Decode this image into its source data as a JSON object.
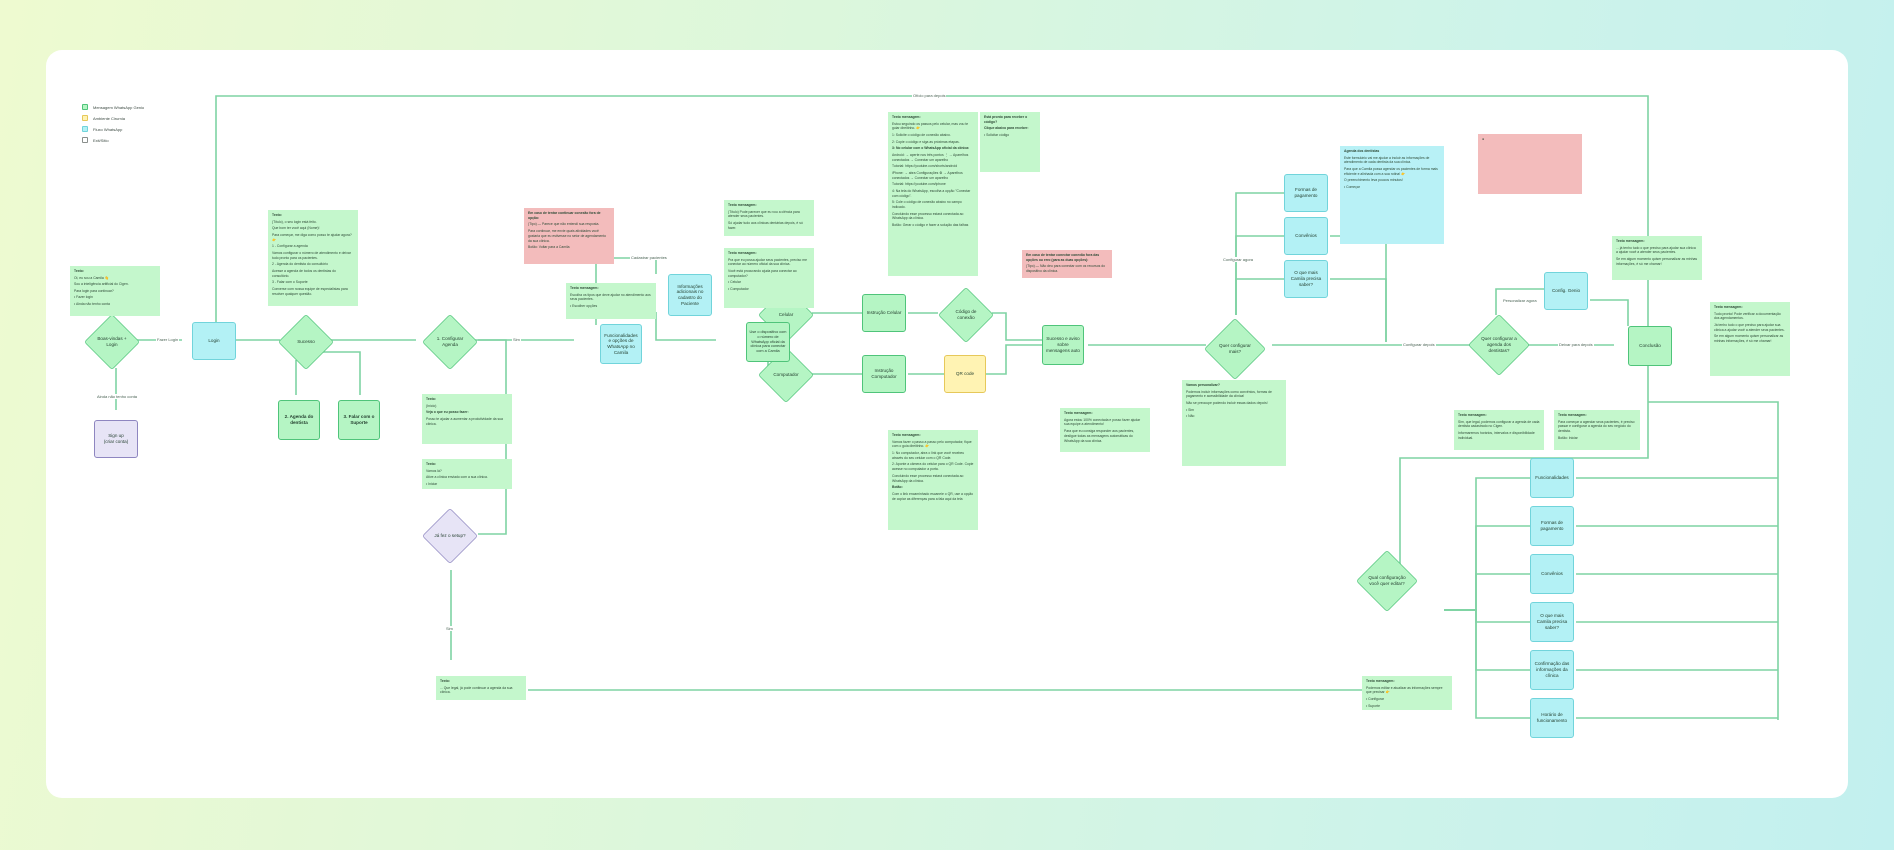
{
  "legend": [
    {
      "label": "Mensagem WhatsApp Genio",
      "color": "#b5f5c4",
      "border": "#4fc47a"
    },
    {
      "label": "Ambiente Cirurnia",
      "color": "#fff3b3",
      "border": "#e6c85a"
    },
    {
      "label": "Fluxo WhatsApp",
      "color": "#b3f1f5",
      "border": "#71d4db"
    },
    {
      "label": "Exit/Sitio",
      "color": "#ffffff",
      "border": "#8a8f8c"
    }
  ],
  "nodes": {
    "ola_login": "Boas-vindas + Login",
    "login": "Login",
    "sign_up": "Sign up\n(criar conta)",
    "sucesso": "Sucesso",
    "agenda_dentista": "2. Agenda do dentista",
    "falar_suporte": "3. Falar com o Suporte",
    "configurar_agenda": "1. Configurar Agenda",
    "ja_fez_setup": "Já fez o setup?",
    "funcionalidades_whats": "Funcionalidades e opções de WhatsApp no Camila",
    "informacoes_cadastro": "Informações adicionais no cadastro do Paciente",
    "usar_dispositivo": "Use o dispositivo com o número de WhatsApp oficial da clínica para conectar com a Camila",
    "celular": "Celular",
    "computador": "Computador",
    "instrucao_celular": "Instrução Celular",
    "instrucao_computador": "Instrução Computador",
    "codigo_conexao": "Código de conexão",
    "qr_code": "QR code",
    "sucesso_aviso": "Sucesso e aviso sobre mensagens auto",
    "quer_configurar": "Quer configurar mais?",
    "formas_pagamento": "Formas de pagamento",
    "convenios": "Convênios",
    "o_que_mais": "O que mais Camila precisa saber?",
    "quer_configurar_agenda": "Quer configurar a agenda dos dentistas?",
    "config_genio": "Config. Genio",
    "conclusao": "Conclusão",
    "qual_configuracao": "Qual configuração você quer editar?",
    "m_funcionalidades": "Funcionalidades",
    "m_formas_pagamento": "Formas de pagamento",
    "m_convenios": "Convênios",
    "m_o_que_mais": "O que mais Camila precisa saber?",
    "m_confirmacao": "Confirmação das informações da clínica",
    "m_horario": "Horário de funcionamento"
  },
  "connectors": {
    "fazer_login": "Fazer Login",
    "ainda_nao_conta": "Ainda não tenho conta",
    "sim_setup": "Sim",
    "sim_bottom": "Sim",
    "cadastrar_pacientes": "Cadastrar pacientes",
    "top_loop": "Ofício para depois",
    "configurar_agora": "Configurar agora",
    "configurar_depois": "Configurar depois",
    "personalizar_agora": "Personalizar agora",
    "deixar_depois": "Deixar para depois"
  },
  "notes": {
    "n_welcome": {
      "lines": [
        "Texto:",
        "Oi, eu sou a Camila 👋",
        "Sou a inteligência artificial do Cigen.",
        "Para login para continuar?",
        "• Fazer login",
        "• Ainda não tenho conta"
      ]
    },
    "n_sucesso": {
      "lines": [
        "Texto:",
        "(Título), o seu login está feito.",
        "Que bom ter você aqui (Nome)!",
        "Para começar, me diga como posso te ajudar agora? 👉",
        "1 - Configurar a agenda",
        "Vamos configurar o número de atendimento e deixar tudo pronto para os pacientes.",
        "2 - Agenda do dentista do consultório",
        "Acesse a agenda de todos os dentistas do consultório.",
        "3 - Falar com o Suporte",
        "Converse com nossa equipe de especialistas para resolver qualquer questão."
      ]
    },
    "n_configurar": {
      "lines": [
        "Texto:",
        "(Início)",
        "Veja o que eu posso fazer:",
        "Posso te ajudar a aumentar a produtividade da sua clínica."
      ]
    },
    "n_voltar": {
      "lines": [
        "Texto:",
        "Vamos lá?",
        "Ative a clínica enviado com a sua clínica.",
        "• Iniciar"
      ]
    },
    "n_red_setup": {
      "lines": [
        "Em caso de tentar continuar conexão fora de opção:",
        "(Tipo) — Parece que não entendi sua resposta.",
        "Para continuar, me envie quais atividades você gostaria que eu estivesse no setor de agendamento da sua clínica.",
        "Botão: Voltar para a Camila"
      ]
    },
    "n_funcionalidades": {
      "lines": [
        "Texto mensagem:",
        "Escolha os tipos que deve ajudar no atendimento aos seus pacientes.",
        "• Escolher opções"
      ]
    },
    "n_dispositivo_top": {
      "lines": [
        "Texto mensagem:",
        "(Título) Pode parecer que eu vou a ciência para atender seus pacientes.",
        "Só ajudar tudo aos clínicas dentárias depois, é só fazer."
      ]
    },
    "n_dispositivo": {
      "lines": [
        "Texto mensagem:",
        "Pra que eu possa ajudar seus pacientes, preciso me conectar ao número oficial da sua clínica.",
        "Você está procurando ajuda para conectar ao computador?",
        "• Celular",
        "• Computador"
      ]
    },
    "n_celular": {
      "lines": [
        "Texto mensagem:",
        "Estou seguindo os passos pelo celular, mas vou te guiar direitinho. 👉",
        "1: Solicite o código de conexão abaixo.",
        "2: Copie o código e siga as próximas etapas.",
        "3: No celular com o WhatsApp oficial da clínica:",
        "Android: → aperte nos três pontos ⋮ → Aparelhos conectados → Conectar um aparelho",
        "Tutorial: https://youtube.com/shorts/android",
        "iPhone: → abra Configurações ⚙ → Aparelhos conectados → Conectar um aparelho",
        "Tutorial: https://youtube.com/iphone",
        "4: Na tela do WhatsApp, escolha a opção \"Conectar com código\".",
        "5: Cole o código de conexão abaixo no campo indicado.",
        "Concluindo esse processo estará conectada ao WhatsApp da clínica.",
        "Botão: Gerar o código e fazer a solução das falhas"
      ]
    },
    "n_codigo": {
      "lines": [
        "Está pronto para receber o código?",
        "Clique abaixo para receber:",
        "• Solicitar código"
      ]
    },
    "n_red_codigo": {
      "lines": [
        "Em caso de tentar conectar conexão fora das opções ou erro (para as duas opções):",
        "(Tipo) — Não deu para conectar com os recursos do dispositivo da clínica."
      ]
    },
    "n_computador": {
      "lines": [
        "Texto mensagem:",
        "Vamos fazer o passo a passo pelo computador, fique com o guia direitinho. 👉",
        "1: No computador, abra o link que você recebeu através do seu celular com o QR Code.",
        "2: Aponte a câmera do celular para o QR Code. Copie acesse no computador a porta.",
        "Concluindo esse processo estará conectada ao WhatsApp da clínica.",
        "Botão:",
        "Com o link encaminhado escaneie o QR, use a opção de copiar as diferenças para a fala aqui da tela"
      ]
    },
    "n_sucesso_aviso": {
      "lines": [
        "Texto mensagem:",
        "Agora estou 100% conectada e posso fazer ajudar sua equipe a atendimento!",
        "Para que eu consiga responder aos pacientes, desligue todas as mensagens automáticas do WhatsApp da sua clínica."
      ]
    },
    "n_vamos_personalizar": {
      "lines": [
        "Vamos personalizar?",
        "Podemos incluir informações como convênios, formas de pagamento e acessibilidade da clínica!",
        "Não se preocupe podendo incluir essas dados depois!",
        "• Sim",
        "• Não"
      ]
    },
    "n_agenda_dentistas": {
      "lines": [
        "Agenda dos dentistas",
        "Este formulário vai me ajudar a incluir as informações de atendimento de cada dentista da sua clínica.",
        "Para que a Camila possa agendar os pacientes de forma mais eficiente e alinhada com a sua rotina! 👉",
        "O preenchimento leva poucos minutos!",
        "• Começar"
      ]
    },
    "n_red_empty": {
      "lines": [
        "●"
      ]
    },
    "n_config_genio": {
      "lines": [
        "Texto mensagem:",
        "... já tenho tudo o que preciso para ajudar sua clínica a ajudar você a atender seus pacientes.",
        "Se em algum momento quiser personalizar as minhas informações, é só me chamar!"
      ]
    },
    "n_conclusao": {
      "lines": [
        "Texto mensagem:",
        "Tudo pronto! Pode verificar a documentação dos agendamentos.",
        "Já tenho tudo o que preciso para ajudar sua clínica a ajudar você a atender seus pacientes.",
        "Se em algum momento quiser personalizar as minhas informações, é só me chamar!"
      ]
    },
    "n_agenda_left": {
      "lines": [
        "Texto mensagem:",
        "Sim, que legal, podemos configurar a agenda de cada dentista cadastrado no Cigen.",
        "Informaremos horários, intervalos e disponibilidade individual."
      ]
    },
    "n_agenda_right": {
      "lines": [
        "Texto mensagem:",
        "Para começar a agendar seus pacientes, é preciso passar e configurar a agenda do seu negócio do dentista.",
        "Botão: Iniciar"
      ]
    },
    "n_bottom_left": {
      "lines": [
        "Texto:",
        "... Que legal, já pode continuar a agenda da sua clínica."
      ]
    },
    "n_bottom_right": {
      "lines": [
        "Texto mensagem:",
        "Podemos editar e atualizar as informações sempre que precisar 👉",
        "• Configurar",
        "• Suporte"
      ]
    }
  }
}
